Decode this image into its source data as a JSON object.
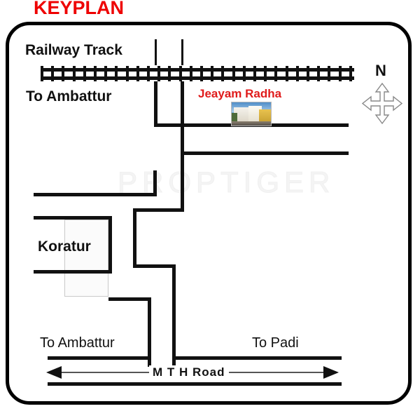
{
  "title": "KEYPLAN",
  "brand": {
    "watermark": "PROPTIGER"
  },
  "colors": {
    "title_red": "#ee0000",
    "project_red": "#e01b1b",
    "road_black": "#111111",
    "frame_black": "#000000",
    "watermark_gray": "#f0f0f0"
  },
  "map": {
    "labels": {
      "railway_track": "Railway Track",
      "to_ambattur_top": "To Ambattur",
      "koratur": "Koratur",
      "project_name": "Jeayam Radha",
      "to_ambattur_bottom": "To Ambattur",
      "to_padi": "To Padi",
      "main_road": "M T H  Road"
    },
    "compass": {
      "north": "N"
    },
    "project_photo_alt": "Jeayam Radha building photo"
  }
}
